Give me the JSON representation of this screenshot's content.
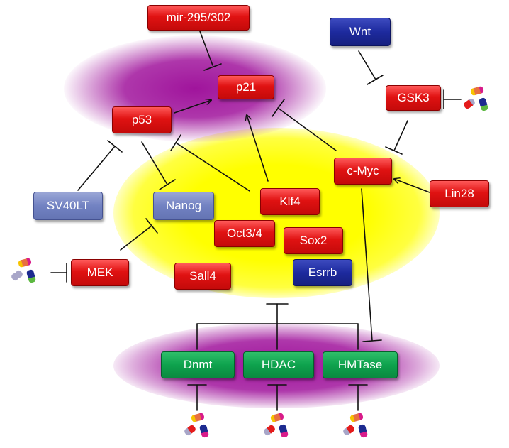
{
  "nodes": {
    "mir": "mir-295/302",
    "wnt": "Wnt",
    "p21": "p21",
    "gsk3": "GSK3",
    "p53": "p53",
    "cmyc": "c-Myc",
    "sv40lt": "SV40LT",
    "nanog": "Nanog",
    "klf4": "Klf4",
    "lin28": "Lin28",
    "oct34": "Oct3/4",
    "sox2": "Sox2",
    "mek": "MEK",
    "sall4": "Sall4",
    "esrrb": "Esrrb",
    "dnmt": "Dnmt",
    "hdac": "HDAC",
    "hmtase": "HMTase"
  },
  "colors": {
    "red_node": "#e01212",
    "blue_node": "#1d2a9e",
    "slate_node": "#7282c2",
    "green_node": "#0ea24d",
    "yellow_glow": "#ffff00",
    "purple_glow": "#a0149c"
  },
  "icons": {
    "drug": "capsule-pills-icon"
  },
  "edges": [
    {
      "from": "mir",
      "to": "p21",
      "type": "inhibit"
    },
    {
      "from": "wnt",
      "to": "gsk3",
      "type": "inhibit"
    },
    {
      "from": "p53",
      "to": "p21",
      "type": "activate"
    },
    {
      "from": "klf4",
      "to": "p21",
      "type": "activate"
    },
    {
      "from": "cmyc",
      "to": "p21",
      "type": "inhibit"
    },
    {
      "from": "gsk3",
      "to": "cmyc",
      "type": "inhibit"
    },
    {
      "from": "lin28",
      "to": "cmyc",
      "type": "activate"
    },
    {
      "from": "sv40lt",
      "to": "p53",
      "type": "inhibit"
    },
    {
      "from": "p53",
      "to": "nanog",
      "type": "inhibit"
    },
    {
      "from": "klf4",
      "to": "p53",
      "type": "inhibit"
    },
    {
      "from": "mek",
      "to": "nanog",
      "type": "inhibit"
    },
    {
      "from": "cmyc",
      "to": "hmtase",
      "type": "inhibit"
    },
    {
      "from": "epigenetic-group",
      "to": "pluripotency-network",
      "type": "inhibit"
    },
    {
      "from": "drug",
      "to": "gsk3",
      "type": "inhibit"
    },
    {
      "from": "drug",
      "to": "mek",
      "type": "inhibit"
    },
    {
      "from": "drug",
      "to": "dnmt",
      "type": "inhibit"
    },
    {
      "from": "drug",
      "to": "hdac",
      "type": "inhibit"
    },
    {
      "from": "drug",
      "to": "hmtase",
      "type": "inhibit"
    }
  ]
}
